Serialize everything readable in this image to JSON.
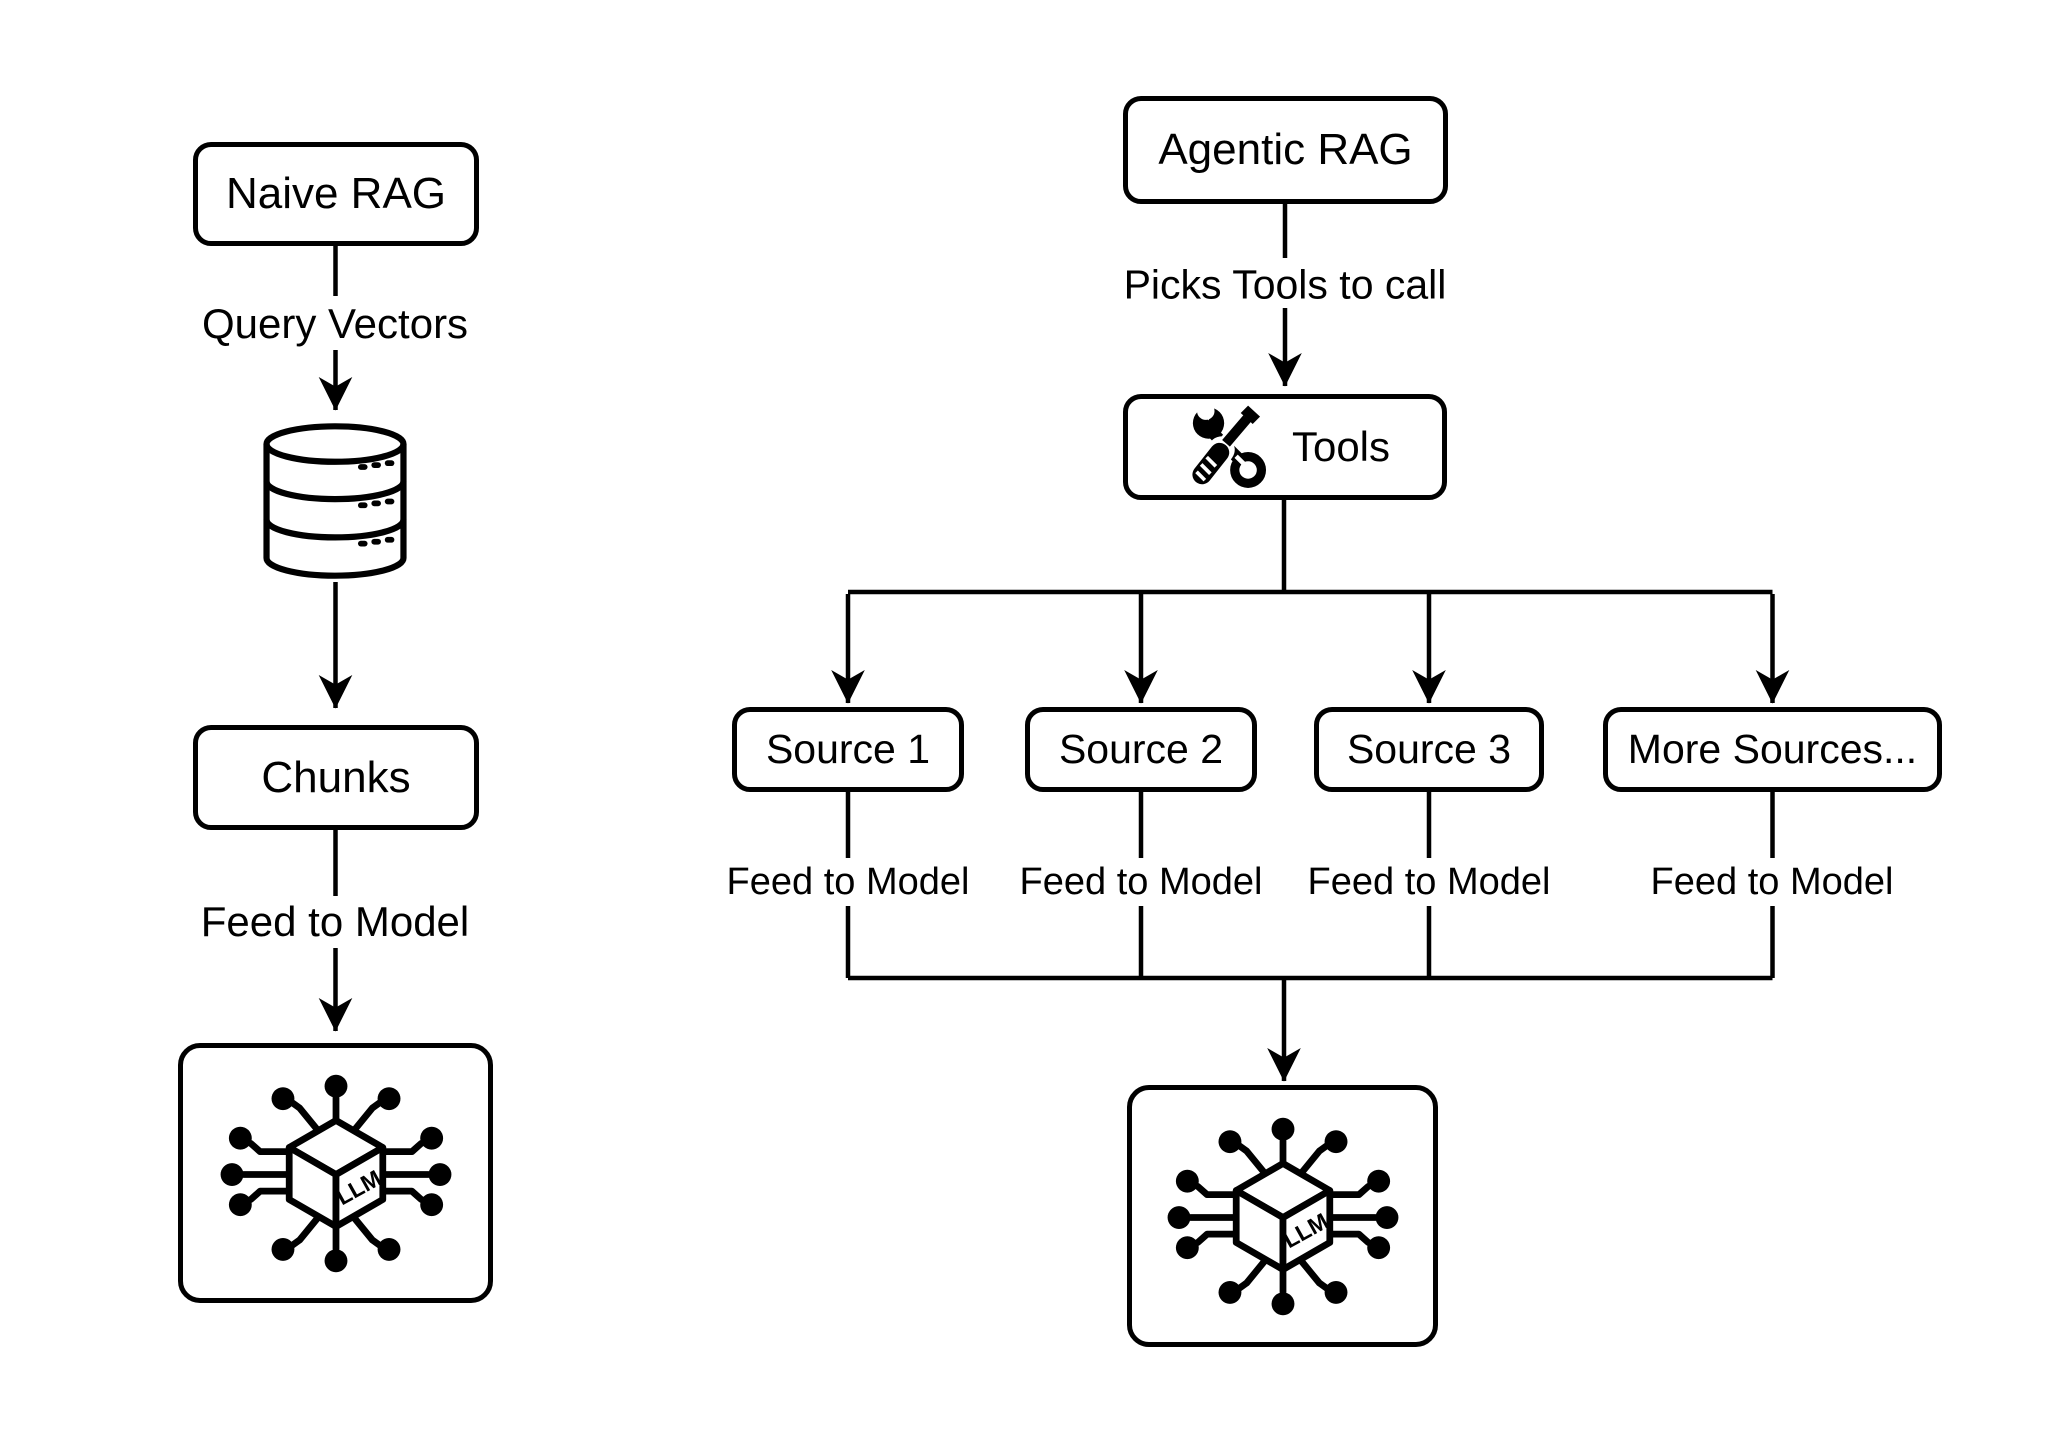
{
  "page": {
    "background": "#ffffff",
    "ink": "#000000"
  },
  "left_flow": {
    "title": "Naive RAG",
    "edge1_label": "Query Vectors",
    "db_icon": "database",
    "mid_label": "Chunks",
    "edge2_label": "Feed to Model",
    "llm_text": "LLM"
  },
  "right_flow": {
    "title": "Agentic RAG",
    "edge1_label": "Picks Tools to call",
    "tools_label": "Tools",
    "tools_icon": "wrench-and-screwdriver",
    "sources": [
      {
        "label": "Source 1",
        "edge_label": "Feed to Model"
      },
      {
        "label": "Source 2",
        "edge_label": "Feed to Model"
      },
      {
        "label": "Source 3",
        "edge_label": "Feed to Model"
      },
      {
        "label": "More Sources...",
        "edge_label": "Feed to Model"
      }
    ],
    "llm_text": "LLM"
  }
}
